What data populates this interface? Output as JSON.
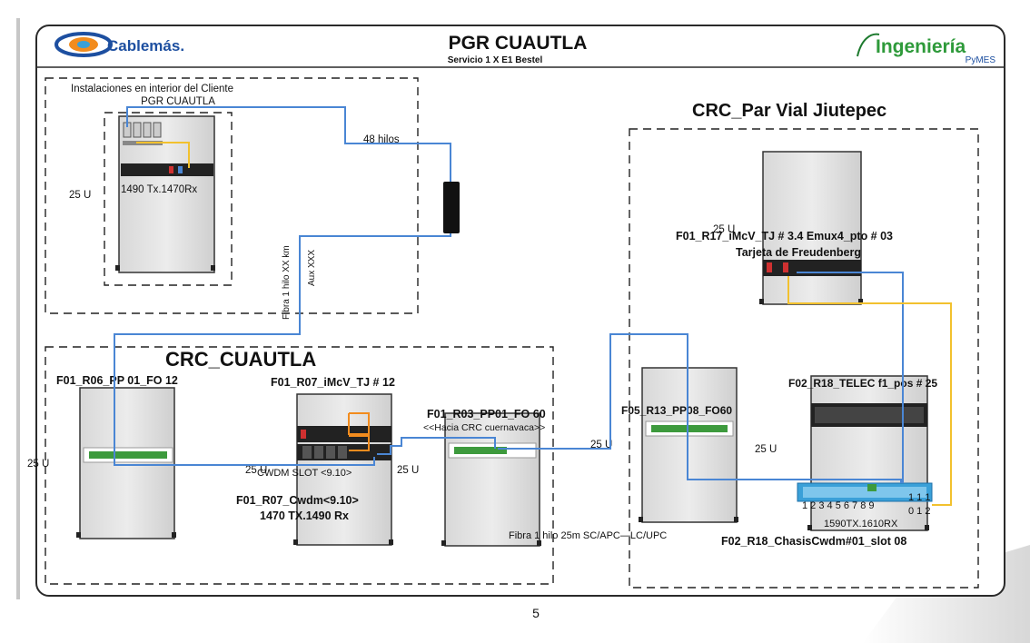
{
  "header": {
    "logo_left": "Cablemás.",
    "title": "PGR CUAUTLA",
    "subtitle": "Servicio 1 X E1 Bestel",
    "logo_right_main": "Ingeniería",
    "logo_right_sub": "PyMES"
  },
  "client_site": {
    "label_line1": "Instalaciones en interior del Cliente",
    "label_line2": "PGR CUAUTLA",
    "rack_units": "25 U",
    "equipment_label": "1490 Tx.1470Rx"
  },
  "links": {
    "cable_48": "48 hilos",
    "fiber_vertical": "Fibra 1 hilo XX km",
    "aux_vertical": "Aux  XXX",
    "fiber_bottom": "Fibra 1 hilo 25m SC/APC—LC/UPC"
  },
  "crc_cuautla": {
    "title": "CRC_CUAUTLA",
    "rack1_label": "F01_R06_PP 01_FO 12",
    "rack1_units": "25 U",
    "rack2_label": "F01_R07_iMcV_TJ # 12",
    "rack2_slot": "CWDM SLOT <9.10>",
    "rack2_units_left": "25 U",
    "rack2_units_right": "25 U",
    "rack2_cwdm_line1": "F01_R07_Cwdm<9.10>",
    "rack2_cwdm_line2": "1470 TX.1490 Rx",
    "rack3_label": "F01_R03_PP01_FO 60",
    "rack3_note": "<<Hacia CRC cuernavaca>>",
    "rack3_units": "25 U"
  },
  "crc_jiutepec": {
    "title": "CRC_Par Vial Jiutepec",
    "rack_top_units": "25 U",
    "rack_top_label1": "F01_R17_iMcV_TJ # 3.4 Emux4_pto # 03",
    "rack_top_label2": "Tarjeta de Freudenberg",
    "rack_mid_label": "F05_R13_PP08_FO60",
    "rack_mid_units": "25 U",
    "rack_right_label": "F02_R18_TELEC f1_pos # 25",
    "port_numbers_a": "1 2 3 4 5 6 7 8 9",
    "port_numbers_b": "1 1 1",
    "port_numbers_c": "0 1 2",
    "cwdm_wavelengths": "1590TX.1610RX",
    "chasis_label": "F02_R18_ChasisCwdm#01_slot 08"
  },
  "footer": {
    "page_number": "5"
  },
  "colors": {
    "fiber_blue": "#4a86d4",
    "coax_yellow": "#f2c12e",
    "rack_fill": "#e2e2e2",
    "brand_blue": "#1d4fa0",
    "brand_green": "#2e9a3a"
  }
}
